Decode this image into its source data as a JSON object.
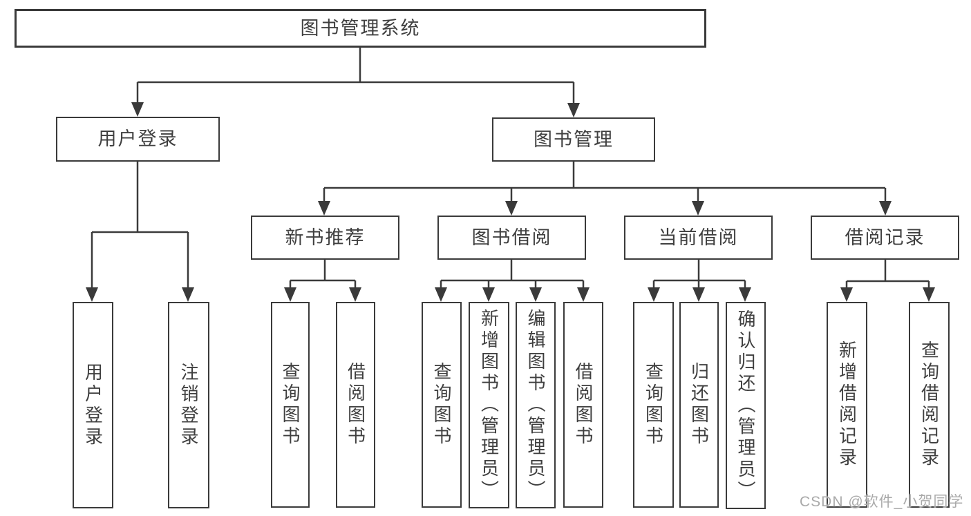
{
  "diagram": {
    "type": "hierarchy-tree",
    "nodes": {
      "root": "图书管理系统",
      "user_login": "用户登录",
      "book_mgmt": "图书管理",
      "new_book_rec": "新书推荐",
      "book_borrow": "图书借阅",
      "current_borrow": "当前借阅",
      "borrow_records": "借阅记录",
      "login": "用户登录",
      "logout": "注销登录",
      "nbr_query_books": "查询图书",
      "nbr_borrow_books": "借阅图书",
      "bb_query_books": "查询图书",
      "bb_add_books": "新增图书（管理员）",
      "bb_edit_books": "编辑图书（管理员）",
      "bb_borrow_books": "借阅图书",
      "cb_query_books": "查询图书",
      "cb_return_books": "归还图书",
      "cb_confirm_return": "确认归还（管理员）",
      "br_add_record": "新增借阅记录",
      "br_query_record": "查询借阅记录"
    },
    "edges": [
      [
        "root",
        "user_login"
      ],
      [
        "root",
        "book_mgmt"
      ],
      [
        "user_login",
        "login"
      ],
      [
        "user_login",
        "logout"
      ],
      [
        "book_mgmt",
        "new_book_rec"
      ],
      [
        "book_mgmt",
        "book_borrow"
      ],
      [
        "book_mgmt",
        "current_borrow"
      ],
      [
        "book_mgmt",
        "borrow_records"
      ],
      [
        "new_book_rec",
        "nbr_query_books"
      ],
      [
        "new_book_rec",
        "nbr_borrow_books"
      ],
      [
        "book_borrow",
        "bb_query_books"
      ],
      [
        "book_borrow",
        "bb_add_books"
      ],
      [
        "book_borrow",
        "bb_edit_books"
      ],
      [
        "book_borrow",
        "bb_borrow_books"
      ],
      [
        "current_borrow",
        "cb_query_books"
      ],
      [
        "current_borrow",
        "cb_return_books"
      ],
      [
        "current_borrow",
        "cb_confirm_return"
      ],
      [
        "borrow_records",
        "br_add_record"
      ],
      [
        "borrow_records",
        "br_query_record"
      ]
    ],
    "colors": {
      "line": "#3a3a3a",
      "text": "#3f3f3f",
      "box_background": "#ffffff",
      "watermark": "#a9a9a9"
    }
  },
  "watermark": "CSDN @软件_小贺同学"
}
